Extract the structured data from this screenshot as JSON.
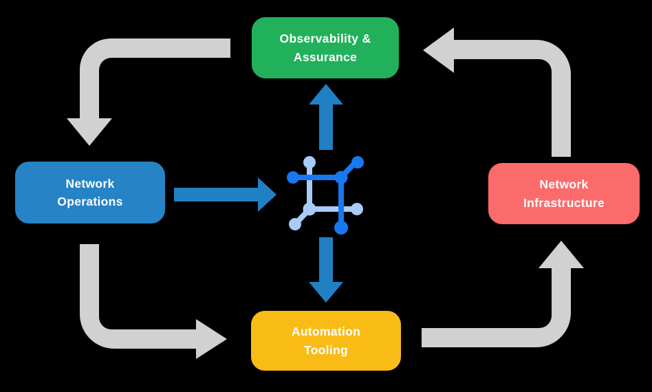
{
  "diagram": {
    "background": "#000000",
    "nodes": {
      "observability": {
        "label": "Observability &\nAssurance",
        "color": "#21B15B"
      },
      "operations": {
        "label": "Network\nOperations",
        "color": "#2583C6"
      },
      "infrastructure": {
        "label": "Network\nInfrastructure",
        "color": "#FB6B6B"
      },
      "automation": {
        "label": "Automation\nTooling",
        "color": "#F9BB16"
      }
    },
    "center_icon": {
      "name": "network-platform-icon",
      "dark_color": "#1778F2",
      "light_color": "#A9CBF8"
    },
    "arrows": {
      "gray_color": "#D1D1D1",
      "blue_color": "#2180C4",
      "flow": [
        {
          "from": "observability",
          "to": "operations",
          "style": "gray"
        },
        {
          "from": "operations",
          "to": "automation",
          "style": "gray"
        },
        {
          "from": "automation",
          "to": "infrastructure",
          "style": "gray"
        },
        {
          "from": "infrastructure",
          "to": "observability",
          "style": "gray"
        },
        {
          "from": "operations",
          "to": "center-icon",
          "style": "blue"
        },
        {
          "from": "center-icon",
          "to": "observability",
          "style": "blue"
        },
        {
          "from": "center-icon",
          "to": "automation",
          "style": "blue"
        }
      ]
    }
  }
}
